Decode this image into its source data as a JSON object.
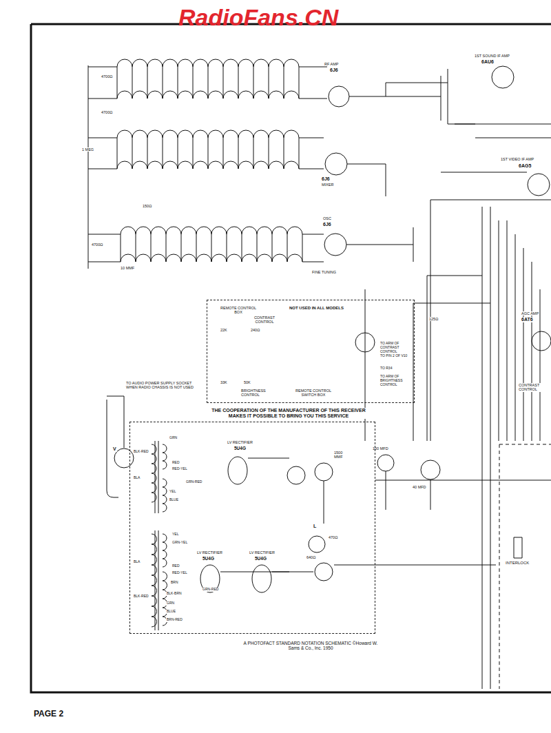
{
  "diagram": {
    "caption": "A PHOTOFACT STANDARD NOTATION SCHEMATIC ©Howard W. Sams & Co., Inc. 1950",
    "nodes": [
      {
        "text": [
          "REMOTE CONTROL BOX",
          "NOT USED IN ALL MODELS",
          "22K",
          "240Ω",
          "CONTRAST CONTROL",
          "33K",
          "50K",
          "BRIGHTNESS CONTROL",
          "REMOTE CONTROL SWITCH BOX",
          "TO ARM OF CONTRAST CONTROL",
          "TO PIN 2 OF V10",
          "TO R34",
          "TO ARM OF BRIGHTNESS CONTROL"
        ]
      },
      {
        "text": [
          "LV RECTIFIER",
          "5U4G",
          "GRN",
          "BLK-RED",
          "RED",
          "RED-YEL",
          "BLA",
          "GRN-RED",
          "YEL",
          "BLUE",
          "YEL",
          "GRN-YEL",
          "LV RECTIFIER",
          "5U4G",
          "LV RECTIFIER",
          "5U4G",
          "BLA",
          "RED",
          "RED-YEL",
          "BRN",
          "GRN-RED",
          "BLK-RED",
          "BLK-BRN",
          "GRN",
          "BLUE",
          "BRN-RED"
        ]
      }
    ],
    "labels": [
      "RadioFans.CN",
      "PAGE 2",
      "RF AMP",
      "6J6",
      "6J6",
      "MIXER",
      "OSC",
      "6J6",
      "FINE TUNING",
      "1ST SOUND IF AMP",
      "6AU6",
      "1ST VIDEO IF AMP",
      "6AG5",
      "AGC AMP",
      "6AT6",
      "CONTRAST CONTROL",
      "TO AUDIO POWER SUPPLY SOCKET WHEN RADIO CHASSIS IS NOT USED",
      "THE COOPERATION OF THE MANUFACTURER OF THIS RECEIVER MAKES IT POSSIBLE TO BRING YOU THIS SERVICE",
      "INTERLOCK",
      "4700Ω",
      "4700Ω",
      "1 MEG",
      "150Ω",
      "4700Ω",
      "10 MMF",
      "125Ω",
      "1500 MMF",
      "100 MFD",
      "40 MFD",
      "470Ω",
      "640Ω",
      "V",
      "L"
    ]
  }
}
